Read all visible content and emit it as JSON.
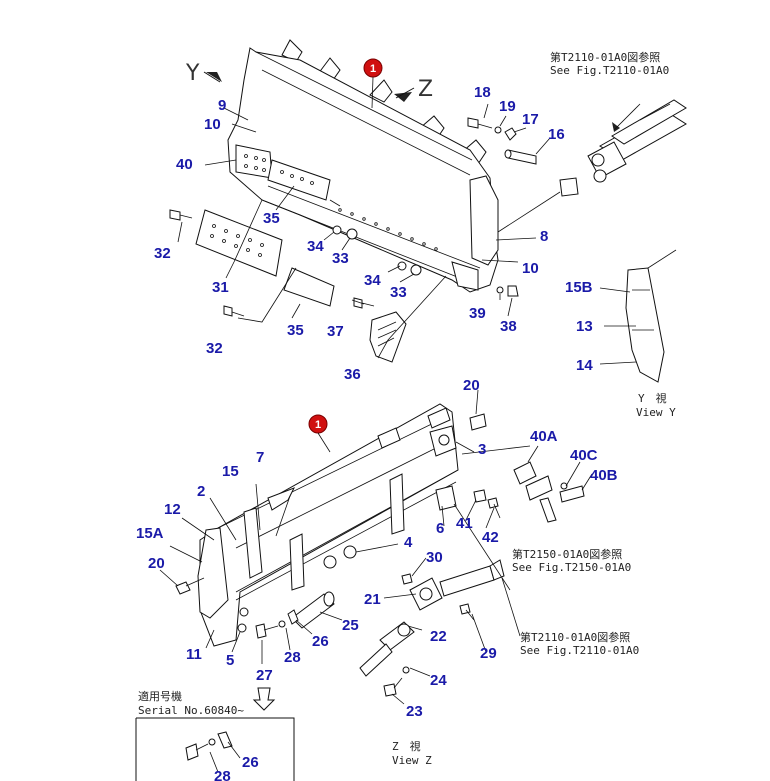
{
  "figure": {
    "view_y_letter": "Y",
    "view_z_letter": "Z",
    "ref_top": [
      "第T2110-01A0図参照",
      "See Fig.T2110-01A0"
    ],
    "ref_mid": [
      "第T2150-01A0図参照",
      "See Fig.T2150-01A0"
    ],
    "ref_bottom": [
      "第T2110-01A0図参照",
      "See Fig.T2110-01A0"
    ],
    "view_y_caption": [
      "Y　視",
      "View Y"
    ],
    "view_z_caption": [
      "Z　視",
      "View Z"
    ],
    "serial_note": [
      "適用号機",
      "Serial No.60840~"
    ],
    "main_assembly_mark": "1"
  },
  "callouts": {
    "c9": "9",
    "c10a": "10",
    "c40": "40",
    "c18": "18",
    "c19": "19",
    "c17": "17",
    "c16": "16",
    "c35a": "35",
    "c32a": "32",
    "c34a": "34",
    "c33a": "33",
    "c8": "8",
    "c10b": "10",
    "c34b": "34",
    "c33b": "33",
    "c31": "31",
    "c39": "39",
    "c38": "38",
    "c37": "37",
    "c35b": "35",
    "c32b": "32",
    "c36": "36",
    "c15B": "15B",
    "c13": "13",
    "c14": "14",
    "c20a": "20",
    "c3": "3",
    "c40A": "40A",
    "c40C": "40C",
    "c40B": "40B",
    "c7": "7",
    "c15": "15",
    "c2": "2",
    "c12": "12",
    "c15A": "15A",
    "c41": "41",
    "c6": "6",
    "c42": "42",
    "c4": "4",
    "c30": "30",
    "c20b": "20",
    "c21": "21",
    "c22": "22",
    "c29": "29",
    "c25": "25",
    "c26a": "26",
    "c28a": "28",
    "c27": "27",
    "c11": "11",
    "c5": "5",
    "c24": "24",
    "c23": "23",
    "c26b": "26",
    "c28b": "28"
  }
}
